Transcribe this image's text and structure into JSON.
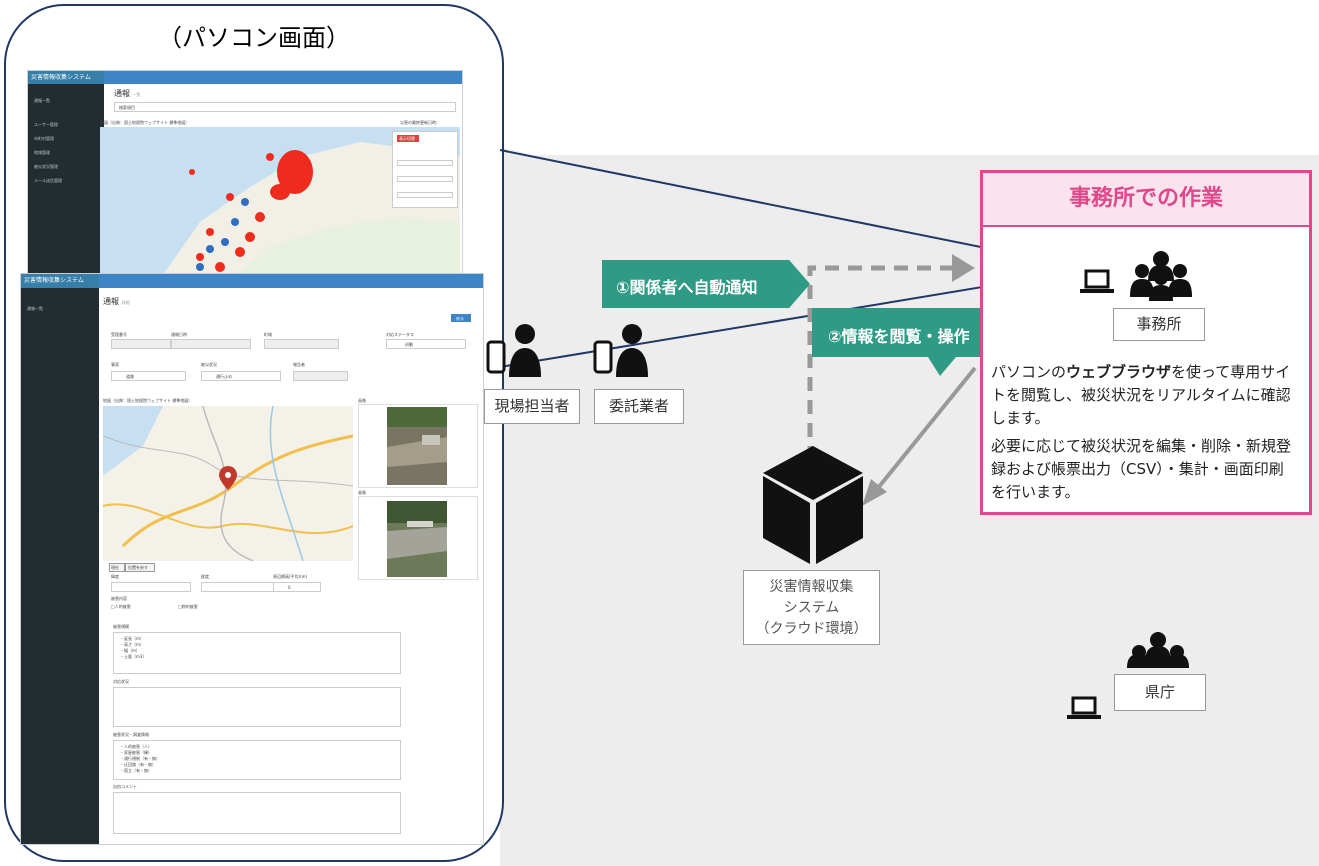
{
  "pc_screen_title": "（パソコン画面）",
  "screenshot1": {
    "brand": "災害情報収集システム",
    "page_title": "通報",
    "page_subtitle": "一覧",
    "dropdown_placeholder": "検索項目",
    "map_caption": "地図（出典：国土地理院ウェブサイト 標準地図）",
    "right_caption": "災害の最終更新日時：",
    "sidebar_items": [
      "通報一覧",
      "ユーザー管理",
      "市町村管理",
      "地域管理",
      "被災状況管理",
      "メール送信管理"
    ],
    "filter_panel_title": "表示切替"
  },
  "screenshot2": {
    "brand": "災害情報収集システム",
    "sidebar_items": [
      "通報一覧"
    ],
    "page_title": "通報",
    "page_subtitle": "詳細",
    "button_label": "戻る",
    "labels": {
      "report_no": "受理番号",
      "report_date": "通報日時",
      "town": "町域",
      "status": "対応ステータス",
      "disaster": "事案",
      "damage": "被災状況",
      "reporter": "報告者",
      "map": "地図（出典：国土地理院ウェブサイト 標準地図）",
      "photo1": "画像",
      "photo2": "画像",
      "lat": "緯度",
      "lng": "経度",
      "elevation": "周辺標高(平均)(m)",
      "content": "被害内容",
      "check1": "人的被害",
      "check2": "物的被害",
      "scale": "被害規模",
      "response": "対応状況",
      "situation": "被害状況・調査情報",
      "comment": "自由コメント"
    },
    "values": {
      "status": "初動",
      "disaster": "道路",
      "damage": "通行止め",
      "elevation": "0"
    },
    "buttons": {
      "current": "現在",
      "reset": "位置を戻す"
    },
    "scale_lines": [
      "・延長（m）",
      "・高さ（m）",
      "・幅（m）",
      "・土量（m3）"
    ],
    "situation_lines": [
      "・人的被害（人）",
      "・家屋被害（棟）",
      "・通行規制（有・無）",
      "・迂回路（有・無）",
      "・孤立（有・無）"
    ]
  },
  "field_workers": {
    "site_label": "現場担当者",
    "contractor_label": "委託業者"
  },
  "arrows": {
    "notify": "①関係者へ自動通知",
    "view": "②情報を閲覧・操作"
  },
  "system_label": [
    "災害情報収集",
    "システム",
    "（クラウド環境）"
  ],
  "office": {
    "header": "事務所での作業",
    "office_label": "事務所",
    "text1_pre": "パソコンの",
    "text1_bold": "ウェブブラウザ",
    "text1_post_lines": [
      "を使って専用サイ",
      "ト",
      "を閲覧し、被災状況をリアルタイムに確認",
      "します。"
    ],
    "text1_lines": [
      "パソコンのウェブブラウザを使って専用サイ",
      "トを閲覧し、被災状況をリアルタイムに確認",
      "します。"
    ],
    "text2_lines": [
      "必要に応じて被災状況を編集・削除・新規登",
      "録および帳票出力（CSV）・集計・画面印刷",
      "を行います。"
    ]
  },
  "prefecture_label": "県庁",
  "colors": {
    "teal": "#2f9b85",
    "pink": "#e0488b",
    "navy": "#1f3864",
    "gray_bg": "#ececec",
    "dash": "#999999"
  }
}
